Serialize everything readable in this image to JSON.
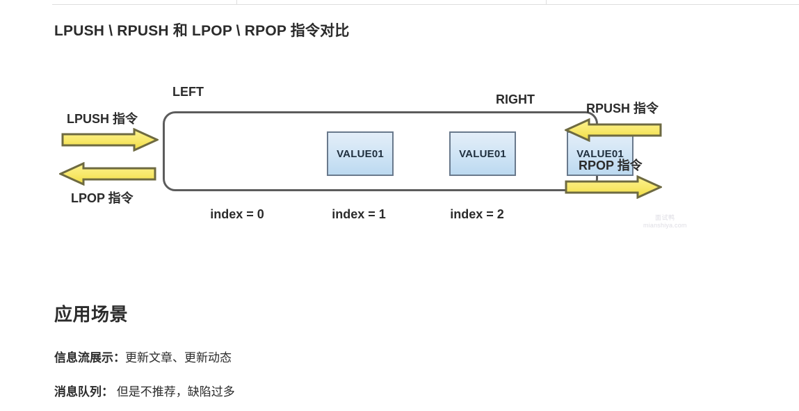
{
  "document": {
    "title": "LPUSH \\ RPUSH 和 LPOP \\ RPOP 指令对比"
  },
  "diagram": {
    "side_labels": {
      "left": "LEFT",
      "right": "RIGHT"
    },
    "cells": [
      {
        "value": "VALUE01",
        "index_label": "index = 0"
      },
      {
        "value": "VALUE01",
        "index_label": "index = 1"
      },
      {
        "value": "VALUE01",
        "index_label": "index = 2"
      }
    ],
    "arrows": [
      {
        "id": "lpush",
        "label": "LPUSH 指令",
        "direction": "right",
        "side": "left"
      },
      {
        "id": "lpop",
        "label": "LPOP 指令",
        "direction": "left",
        "side": "left"
      },
      {
        "id": "rpush",
        "label": "RPUSH 指令",
        "direction": "left",
        "side": "right"
      },
      {
        "id": "rpop",
        "label": "RPOP 指令",
        "direction": "right",
        "side": "right"
      }
    ],
    "colors": {
      "arrow_fill_light": "#FBF07A",
      "arrow_fill_dark": "#F2E24B",
      "arrow_stroke": "#6E6A41",
      "container_stroke": "#5C5C5C",
      "cell_fill_top": "#E3EEF8",
      "cell_fill_bottom": "#BCD9F0",
      "cell_stroke": "#69798C",
      "text": "#2B2B2B"
    }
  },
  "watermark": {
    "cn": "面试鸭",
    "en": "mianshiya.com"
  },
  "section": {
    "heading": "应用场景",
    "lines": [
      {
        "lead": "信息流展示：",
        "rest": "更新文章、更新动态"
      },
      {
        "lead": "消息队列：",
        "rest": " 但是不推荐，缺陷过多"
      }
    ]
  }
}
